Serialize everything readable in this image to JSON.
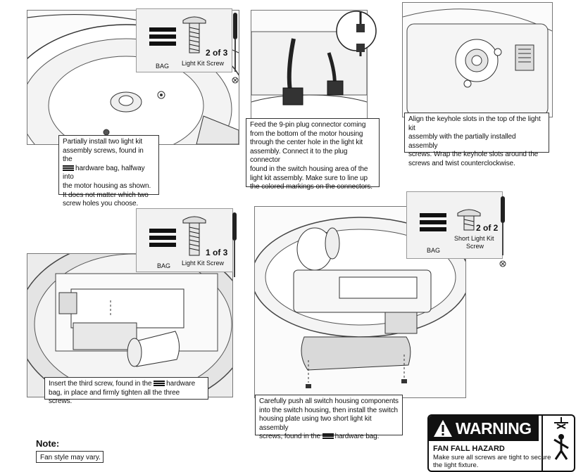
{
  "steps": [
    {
      "caption": [
        "Partially install two light kit",
        "assembly screws, found in the",
        "hardware bag, halfway into",
        "the motor housing as shown.",
        "It does not matter which two",
        "screw holes you choose."
      ],
      "hardware": {
        "bag_label": "BAG",
        "count": "2 of 3",
        "screw_label": "Light Kit Screw"
      }
    },
    {
      "caption": [
        "Feed the 9-pin plug connector coming",
        "from the bottom of the motor housing",
        "through the center hole in the light kit",
        "assembly. Connect it to the plug connector",
        "found in the switch housing area of the",
        "light kit assembly. Make sure to line up",
        "the colored markings on the connectors."
      ]
    },
    {
      "caption": [
        "Align the keyhole slots in the top of the light kit",
        "assembly with the partially installed assembly",
        "screws. Wrap the keyhole slots around the",
        "screws and twist counterclockwise."
      ]
    },
    {
      "caption": [
        "Insert the third screw, found in the",
        "hardware",
        "bag, in place and firmly tighten all the three screws."
      ],
      "hardware": {
        "bag_label": "BAG",
        "count": "1 of 3",
        "screw_label": "Light Kit Screw"
      }
    },
    {
      "caption": [
        "Carefully push all switch housing components",
        "into the switch housing, then install the switch",
        "housing plate using two short light kit assembly",
        "screws, found in the",
        "hardware bag."
      ],
      "hardware": {
        "bag_label": "BAG",
        "count": "2 of 2",
        "screw_label_1": "Short Light Kit",
        "screw_label_2": "Screw"
      }
    }
  ],
  "note": {
    "title": "Note:",
    "text": "Fan style may vary."
  },
  "warning": {
    "title": "WARNING",
    "hazard": "FAN FALL HAZARD",
    "line1": "Make sure all screws are tight to secure",
    "line2": "the light fixture."
  }
}
